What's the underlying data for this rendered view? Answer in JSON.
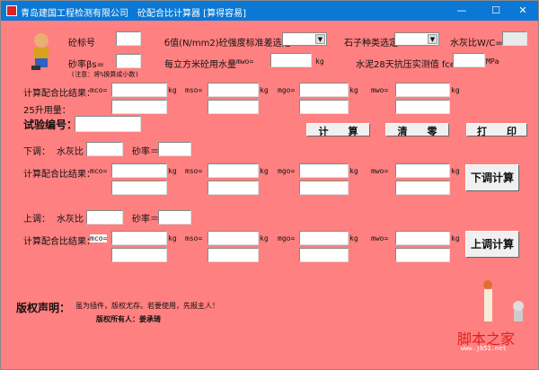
{
  "window": {
    "title": "青岛建国工程检测有限公司　砼配合比计算器 [算得容易]",
    "minimize": "—",
    "maximize": "☐",
    "close": "✕"
  },
  "inputs_top": {
    "grade_label": "砼标号",
    "sigma_label": "б值(N/mm2)砼强度标准差选定",
    "stone_label": "石子种类选定",
    "wc_label": "水灰比W/C=",
    "sand_label": "砂率βs=",
    "note": "(注意：将%换算成小数)",
    "water_label": "每立方米砼用水量",
    "mwo_label": "mwo=",
    "kg": "kg",
    "fce_label": "水泥28天抗压实测值 fce=",
    "mpa": "MPa"
  },
  "results": {
    "label": "计算配合比结果：",
    "fields": [
      "mco=",
      "mso=",
      "mgo=",
      "mwo="
    ],
    "unit": "kg",
    "liters_label": "25升用量："
  },
  "test_no_label": "试验编号：",
  "buttons": {
    "calc": "计　　算",
    "clear": "清　　零",
    "print": "打　　印",
    "down_calc": "下调计算",
    "up_calc": "上调计算"
  },
  "down": {
    "label": "下调：",
    "wc_label": "水灰比",
    "sand_label": "砂率＝"
  },
  "up": {
    "label": "上调：",
    "wc_label": "水灰比",
    "sand_label": "砂率＝"
  },
  "copyright": {
    "title": "版权声明：",
    "text": "虽为插件，版权尤存。若要使用，先报主人！",
    "owner": "版权所有人：姜承琦"
  },
  "watermark": {
    "name": "脚本之家",
    "url": "www.jb51.net"
  },
  "colors": {
    "background": "#ff8080",
    "titlebar": "#0a78d4"
  }
}
